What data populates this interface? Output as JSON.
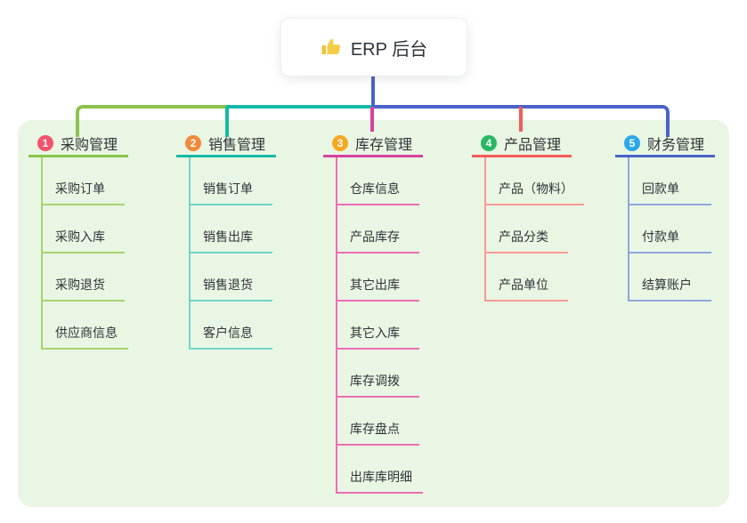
{
  "root": {
    "label": "ERP 后台",
    "icon": "thumbs-up-icon"
  },
  "branches": [
    {
      "num": "1",
      "label": "采购管理",
      "accent_color": "#8bc34a",
      "child_line_color": "#a9d36e",
      "badge_color": "#f4526e",
      "children": [
        "采购订单",
        "采购入库",
        "采购退货",
        "供应商信息"
      ]
    },
    {
      "num": "2",
      "label": "销售管理",
      "accent_color": "#17b9a8",
      "child_line_color": "#6fd6c8",
      "badge_color": "#f08a3c",
      "children": [
        "销售订单",
        "销售出库",
        "销售退货",
        "客户信息"
      ]
    },
    {
      "num": "3",
      "label": "库存管理",
      "accent_color": "#d6439e",
      "child_line_color": "#ee6eb5",
      "badge_color": "#f7a823",
      "children": [
        "仓库信息",
        "产品库存",
        "其它出库",
        "其它入库",
        "库存调拨",
        "库存盘点",
        "出库库明细"
      ]
    },
    {
      "num": "4",
      "label": "产品管理",
      "accent_color": "#f55b5b",
      "child_line_color": "#f89b93",
      "badge_color": "#29b765",
      "children": [
        "产品（物料）",
        "产品分类",
        "产品单位"
      ]
    },
    {
      "num": "5",
      "label": "财务管理",
      "accent_color": "#4a63c8",
      "child_line_color": "#8fa5df",
      "badge_color": "#2ba8ea",
      "children": [
        "回款单",
        "付款单",
        "结算账户"
      ]
    }
  ],
  "colors": {
    "stem_blue": "#4a63c8",
    "panel_background": "#e9f6e3",
    "text": "#2f3338",
    "root_card_background": "#ffffff"
  }
}
